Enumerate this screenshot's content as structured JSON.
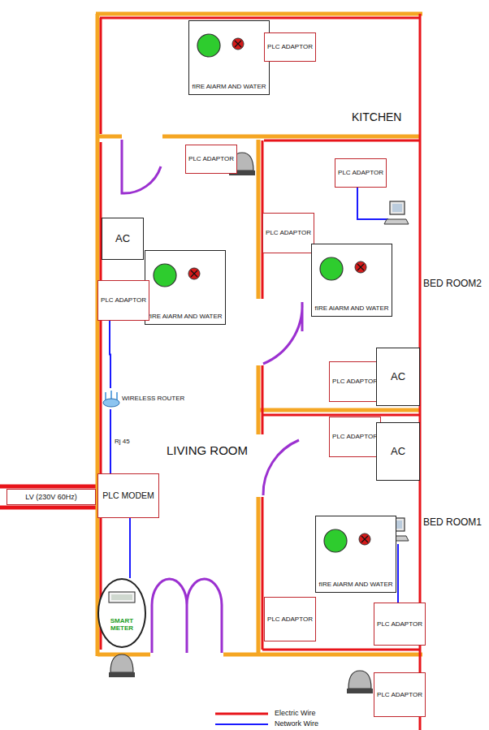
{
  "diagram": {
    "nodes": [
      {
        "text": [
          "fIRE AlARM AND WATER"
        ]
      },
      {
        "text": [
          "PLC ADAPTOR"
        ]
      },
      {
        "text": [
          "PLC ADAPTOR"
        ]
      },
      {
        "text": [
          "PLC ADAPTOR"
        ]
      },
      {
        "text": [
          "PLC ADAPTOR"
        ]
      },
      {
        "text": [
          "AC"
        ]
      },
      {
        "text": [
          "fIRE AlARM AND WATER"
        ]
      },
      {
        "text": [
          "PLC ADAPTOR"
        ]
      },
      {
        "text": [
          "fIRE AlARM AND WATER"
        ]
      },
      {
        "text": [
          "PLC ADAPTOR"
        ]
      },
      {
        "text": [
          "AC"
        ]
      },
      {
        "text": [
          "WIRELESS ROUTER"
        ]
      },
      {
        "text": [
          "PLC ADAPTOR"
        ]
      },
      {
        "text": [
          "AC"
        ]
      },
      {
        "text": [
          "PLC MODEM"
        ]
      },
      {
        "text": [
          "LV (230V 60Hz)"
        ]
      },
      {
        "text": [
          "fIRE AlARM AND WATER"
        ]
      },
      {
        "text": [
          "SMART METER"
        ]
      },
      {
        "text": [
          "PLC ADAPTOR"
        ]
      },
      {
        "text": [
          "PLC ADAPTOR"
        ]
      },
      {
        "text": [
          "PLC ADAPTOR"
        ]
      }
    ],
    "edges": [
      {
        "from": 7,
        "to": 11,
        "arrow": "none"
      },
      {
        "from": 11,
        "to": 14,
        "label": "Rj 45",
        "arrow": "none"
      },
      {
        "from": 14,
        "to": 17,
        "arrow": "none"
      }
    ],
    "labels": [
      "KITCHEN",
      "LIVING ROOM",
      "BED ROOM2",
      "BED ROOM1"
    ],
    "legend": [
      {
        "text": "Electric Wire"
      },
      {
        "text": "Network Wire"
      }
    ]
  }
}
